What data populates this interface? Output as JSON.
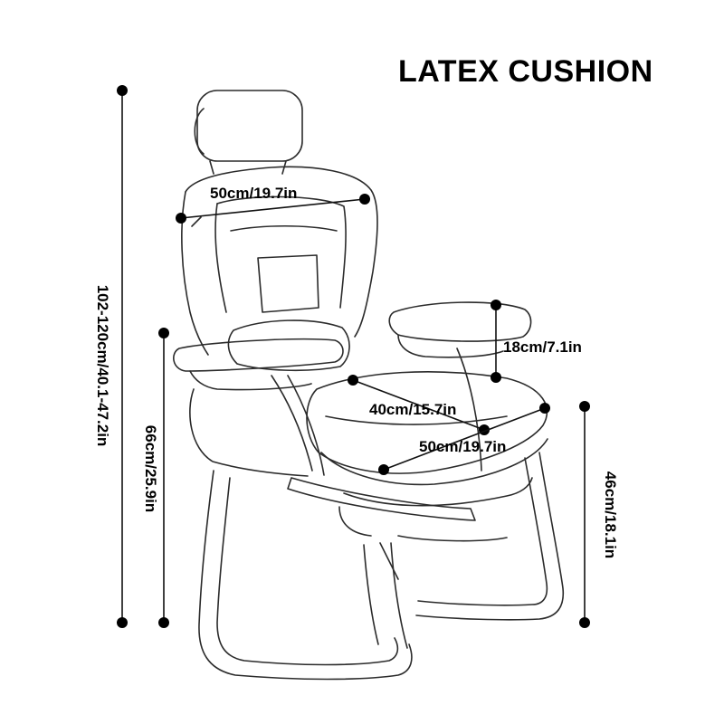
{
  "title": "LATEX CUSHION",
  "dimensions": {
    "total_height": "102-120cm/40.1-47.2in",
    "armrest_height": "66cm/25.9in",
    "seat_height": "46cm/18.1in",
    "backrest_width": "50cm/19.7in",
    "armrest_to_seat": "18cm/7.1in",
    "seat_depth": "40cm/15.7in",
    "seat_width": "50cm/19.7in"
  }
}
